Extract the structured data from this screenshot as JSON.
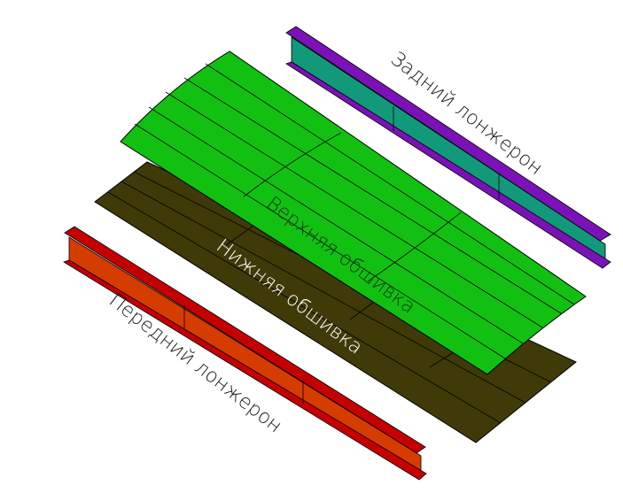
{
  "labels": {
    "rear_spar": "Задний лонжерон",
    "upper_skin": "Верхняя обшивка",
    "lower_skin": "Нижняя обшивка",
    "front_spar": "Передний лонжерон"
  },
  "colors": {
    "rear_spar_flange": "#7a12b8",
    "rear_spar_web": "#12997a",
    "upper_skin": "#12c012",
    "lower_skin": "#3f3a07",
    "front_spar_flange": "#c40000",
    "front_spar_web": "#d53c00",
    "edge": "#000000",
    "background": "#ffffff"
  }
}
